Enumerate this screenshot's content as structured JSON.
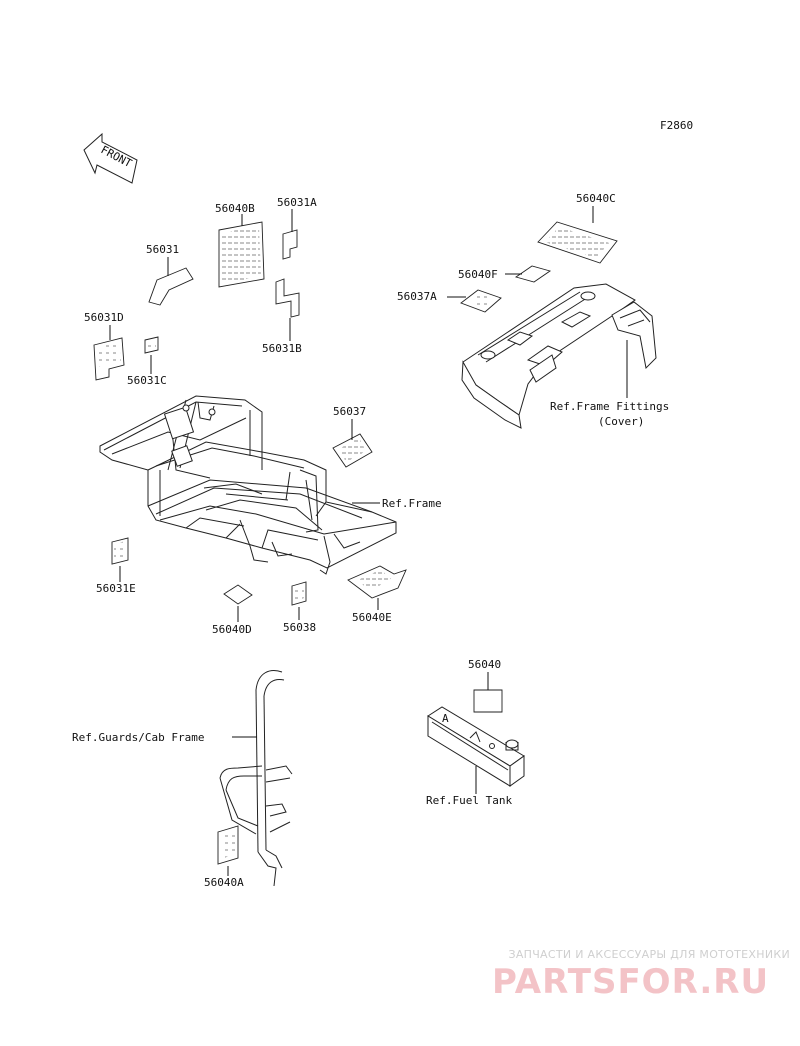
{
  "figure_code": "F2860",
  "front_label": "FRONT",
  "parts": {
    "p56040B": "56040B",
    "p56031A": "56031A",
    "p56031": "56031",
    "p56031D": "56031D",
    "p56031C": "56031C",
    "p56031B": "56031B",
    "p56040C": "56040C",
    "p56040F": "56040F",
    "p56037A": "56037A",
    "p56037": "56037",
    "p56031E": "56031E",
    "p56040D": "56040D",
    "p56038": "56038",
    "p56040E": "56040E",
    "p56040": "56040",
    "p56040A": "56040A"
  },
  "refs": {
    "frame_fittings": "Ref.Frame Fittings",
    "frame_fittings_sub": "(Cover)",
    "frame": "Ref.Frame",
    "guards": "Ref.Guards/Cab Frame",
    "fuel_tank": "Ref.Fuel Tank"
  },
  "watermark": {
    "tagline": "ЗАПЧАСТИ И АКСЕССУАРЫ ДЛЯ МОТОТЕХНИКИ",
    "brand": "PARTSFOR.RU",
    "tagline_color": "#cfcfcf",
    "brand_color": "#f3c3c7"
  }
}
